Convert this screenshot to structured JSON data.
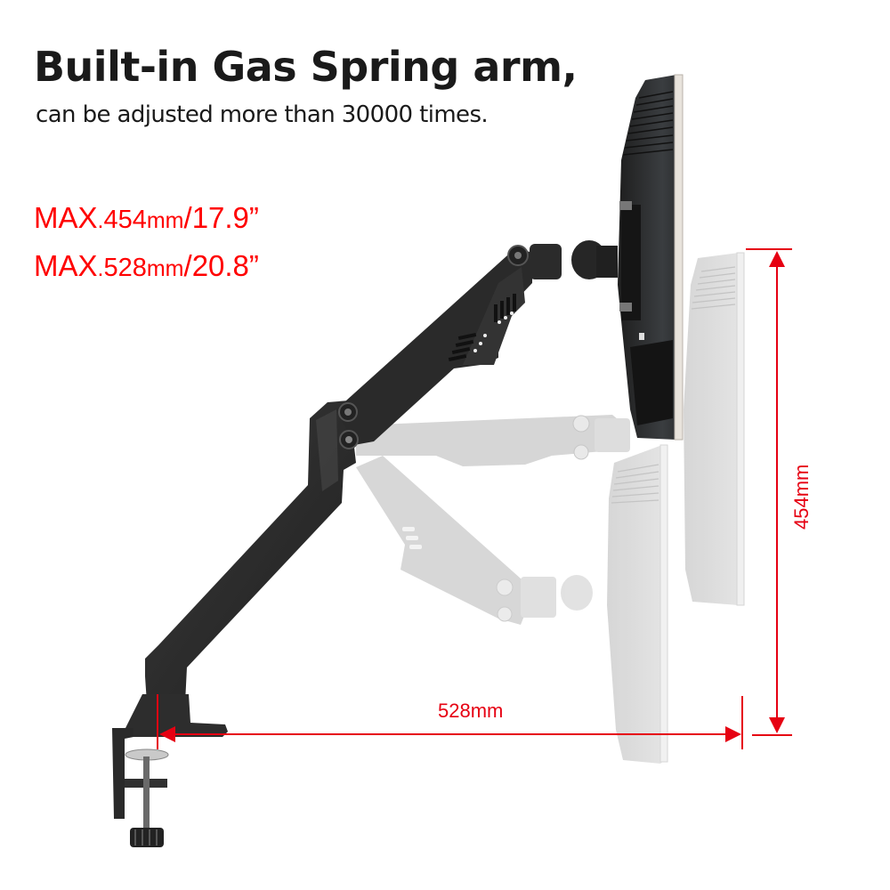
{
  "header": {
    "title": "Built-in Gas Spring arm,",
    "subtitle": "can be adjusted more than 30000 times."
  },
  "specs": [
    {
      "prefix": "MAX",
      "dot": ".",
      "value": "454",
      "unit": "mm",
      "sep": "/",
      "inches": "17.9”"
    },
    {
      "prefix": "MAX",
      "dot": ".",
      "value": "528",
      "unit": "mm",
      "sep": "/",
      "inches": "20.8”"
    }
  ],
  "dimensions": {
    "height_label": "454mm",
    "width_label": "528mm"
  },
  "colors": {
    "accent_red": "#ff0000",
    "dimension_red": "#e60012",
    "arm_dark": "#2b2b2b",
    "ghost_gray": "#c8c8c8",
    "text_dark": "#1a1a1a"
  },
  "illustration": {
    "product": "monitor-arm",
    "positions": [
      "raised",
      "extended-ghost",
      "lowered-ghost"
    ]
  }
}
